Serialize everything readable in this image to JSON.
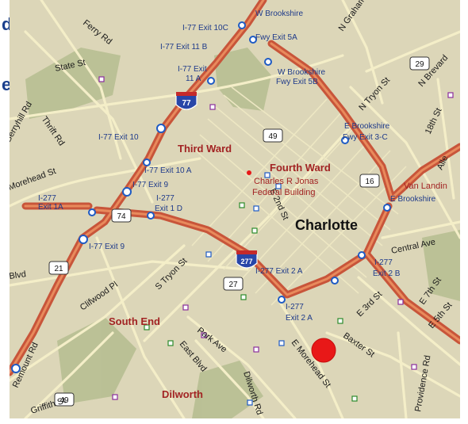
{
  "colors": {
    "background": "#dcd6b8",
    "park": "#b5bd8f",
    "freeway": "#c8553a",
    "freeway_core": "#e88a5c",
    "road": "#f4eec8",
    "street_label": "#1a1a1a",
    "exit_label": "#1e3a8a",
    "district_label": "#a22323",
    "marker": "#e81818"
  },
  "edge_glyphs": {
    "top": "d",
    "middle": "e"
  },
  "city": "Charlotte",
  "districts": [
    {
      "label": "Third Ward"
    },
    {
      "label": "Fourth Ward"
    },
    {
      "label": "South End"
    },
    {
      "label": "Dilworth"
    },
    {
      "label": "Van Landin"
    }
  ],
  "landmark": {
    "line1": "Charles R Jonas",
    "line2": "Federal Building"
  },
  "exits": [
    {
      "label": "I-77 Exit 10C"
    },
    {
      "label": "I-77 Exit 11 B"
    },
    {
      "label": "I-77 Exit"
    },
    {
      "label": "11 A"
    },
    {
      "label": "W Brookshire"
    },
    {
      "label": "Fwy Exit 5A"
    },
    {
      "label": "W Brookshire"
    },
    {
      "label": "Fwy Exit 5B"
    },
    {
      "label": "I-77 Exit 10"
    },
    {
      "label": "I-77 Exit 10 A"
    },
    {
      "label": "I-77 Exit 9"
    },
    {
      "label": "I-277"
    },
    {
      "label": "Exit 1 D"
    },
    {
      "label": "I-277"
    },
    {
      "label": "Exit 1A"
    },
    {
      "label": "I-77 Exit 9"
    },
    {
      "label": "E Brookshire"
    },
    {
      "label": "Fwy Exit 3-C"
    },
    {
      "label": "E Brookshire"
    },
    {
      "label": "I-277"
    },
    {
      "label": "Exit 2 B"
    },
    {
      "label": "I-277 Exit 2 A"
    },
    {
      "label": "I-277"
    },
    {
      "label": "Exit 2 A"
    }
  ],
  "streets": [
    {
      "label": "Ferry Rd"
    },
    {
      "label": "State St"
    },
    {
      "label": "Berryhill Rd"
    },
    {
      "label": "Thrift Rd"
    },
    {
      "label": "Morehead St"
    },
    {
      "label": "N Graham"
    },
    {
      "label": "N Tryon St"
    },
    {
      "label": "N Brevard"
    },
    {
      "label": "18th St"
    },
    {
      "label": "Alle"
    },
    {
      "label": "E 2nd St"
    },
    {
      "label": "Central Ave"
    },
    {
      "label": "S Tryon St"
    },
    {
      "label": "Clifwood Pl"
    },
    {
      "label": "Blvd"
    },
    {
      "label": "Remount Rd"
    },
    {
      "label": "Park Ave"
    },
    {
      "label": "East Blvd"
    },
    {
      "label": "E Morehead St"
    },
    {
      "label": "Dilworth Rd"
    },
    {
      "label": "E 3rd St"
    },
    {
      "label": "Baxter St"
    },
    {
      "label": "E 7th St"
    },
    {
      "label": "E 5th St"
    },
    {
      "label": "Providence Rd"
    },
    {
      "label": "Griffith St"
    }
  ],
  "shields": [
    {
      "label": "77"
    },
    {
      "label": "277"
    },
    {
      "label": "29"
    },
    {
      "label": "49"
    },
    {
      "label": "16"
    },
    {
      "label": "74"
    },
    {
      "label": "21"
    },
    {
      "label": "27"
    },
    {
      "label": "49"
    }
  ]
}
